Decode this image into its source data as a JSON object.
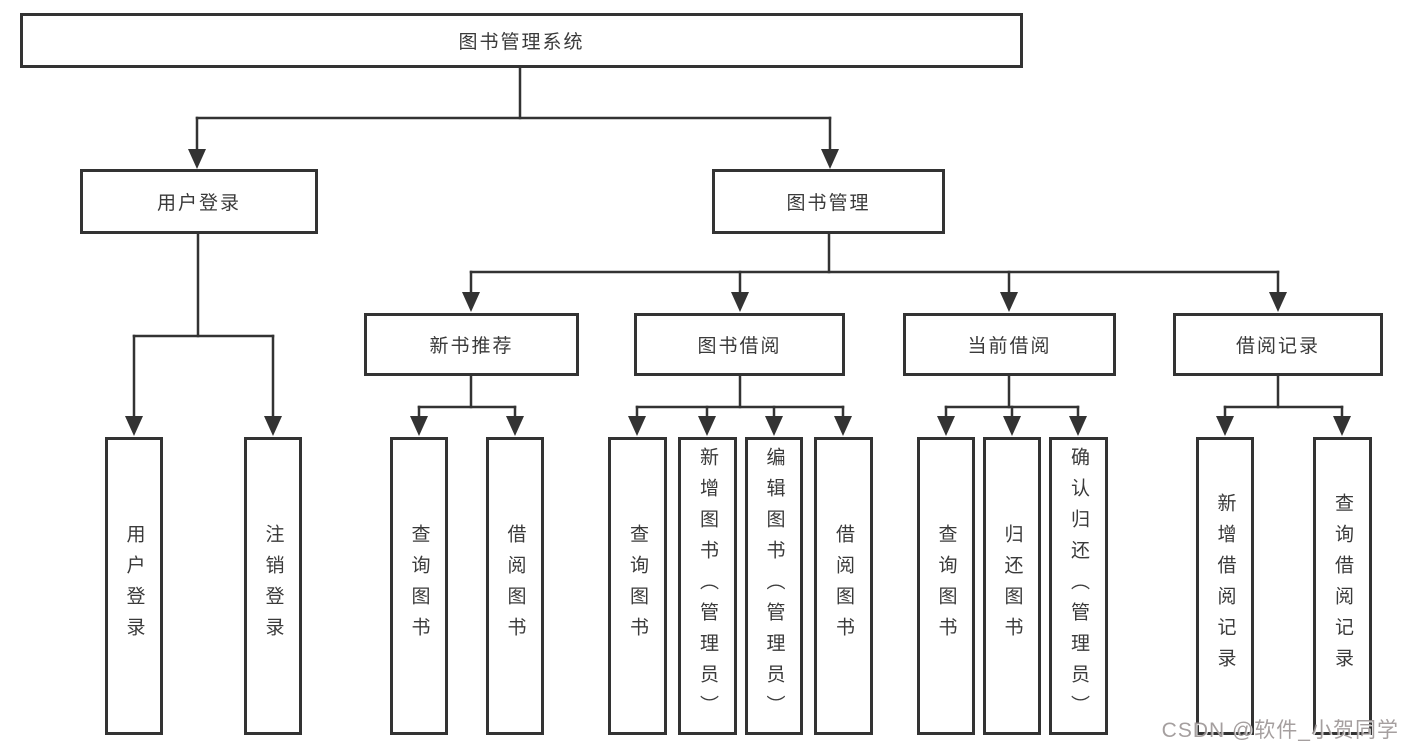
{
  "diagram": {
    "root": {
      "label": "图书管理系统"
    },
    "level2": {
      "user_login": {
        "label": "用户登录"
      },
      "book_mgmt": {
        "label": "图书管理"
      }
    },
    "level3": {
      "new_book_rec": {
        "label": "新书推荐"
      },
      "book_borrow": {
        "label": "图书借阅"
      },
      "current_borrow": {
        "label": "当前借阅"
      },
      "borrow_records": {
        "label": "借阅记录"
      }
    },
    "leaves": {
      "ul_user_login": {
        "label": "用户登录"
      },
      "ul_logout": {
        "label": "注销登录"
      },
      "nb_query_book": {
        "label": "查询图书"
      },
      "nb_borrow_book": {
        "label": "借阅图书"
      },
      "bb_query_book": {
        "label": "查询图书"
      },
      "bb_add_book": {
        "label": "新增图书（管理员）"
      },
      "bb_edit_book": {
        "label": "编辑图书（管理员）"
      },
      "bb_borrow_book": {
        "label": "借阅图书"
      },
      "cb_query_book": {
        "label": "查询图书"
      },
      "cb_return_book": {
        "label": "归还图书"
      },
      "cb_confirm_return": {
        "label": "确认归还（管理员）"
      },
      "br_add_record": {
        "label": "新增借阅记录"
      },
      "br_query_record": {
        "label": "查询借阅记录"
      }
    }
  },
  "watermark": {
    "text": "CSDN @软件_小贺同学"
  },
  "colors": {
    "line": "#333333",
    "box_border": "#333333",
    "box_fill": "#ffffff",
    "text": "#3a3a3a",
    "watermark": "#989292"
  }
}
